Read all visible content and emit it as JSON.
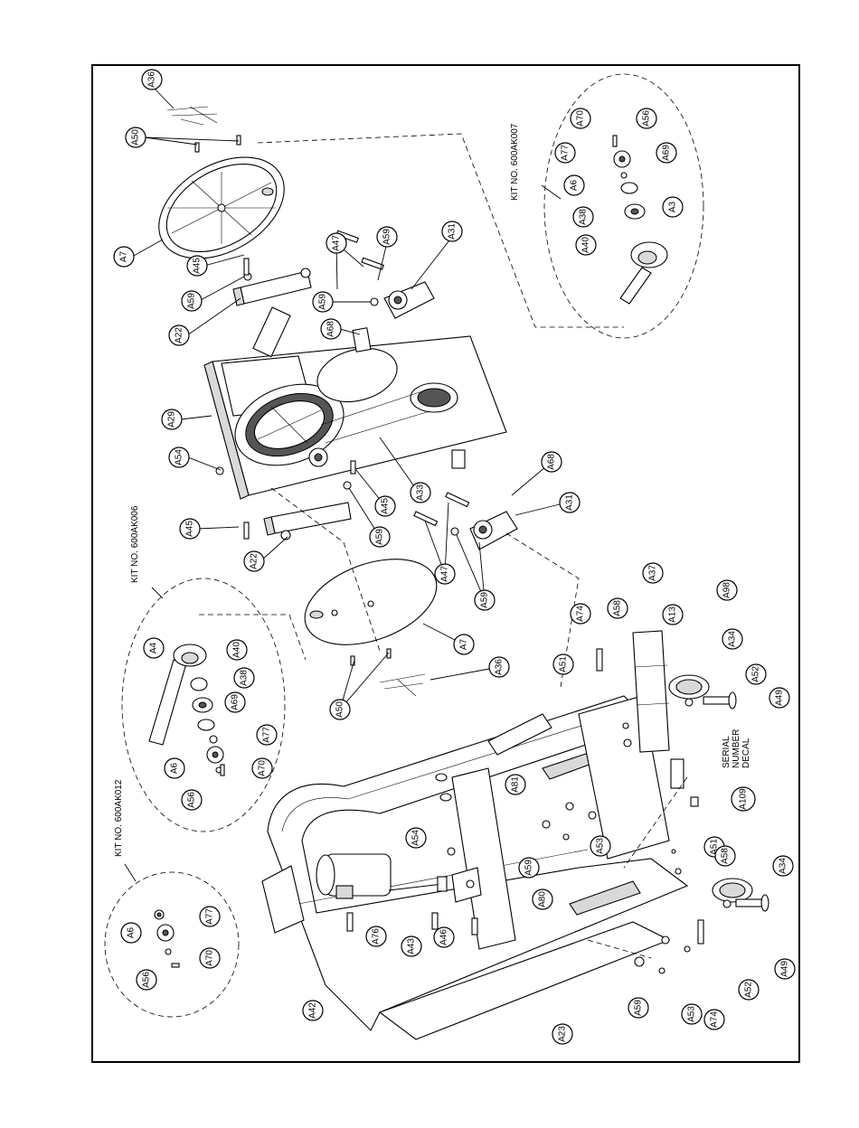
{
  "kits": {
    "k007": "KIT NO. 600AK007",
    "k006": "KIT NO. 600AK006",
    "k012": "KIT NO. 600AK012"
  },
  "decal": [
    "SERIAL",
    "NUMBER",
    "DECAL"
  ],
  "callouts": {
    "a36_top": "A36",
    "a50_top": "A50",
    "a7_top": "A7",
    "a45_top": "A45",
    "a59_top": "A59",
    "a22_top": "A22",
    "a47_top": "A47",
    "a59_b": "A59",
    "a31_top": "A31",
    "a59_c": "A59",
    "a68_top": "A68",
    "a29": "A29",
    "a54_top": "A54",
    "a45_mid": "A45",
    "a22_mid": "A22",
    "a45_b": "A45",
    "a59_mid": "A59",
    "a33": "A33",
    "a68_mid": "A68",
    "a31_mid": "A31",
    "a47_mid": "A47",
    "a59_d": "A59",
    "a7_mid": "A7",
    "a50_mid": "A50",
    "a36_mid": "A36",
    "k7_a70": "A70",
    "k7_a56": "A56",
    "k7_a77": "A77",
    "k7_a69": "A69",
    "k7_a6": "A6",
    "k7_a38": "A38",
    "k7_a3": "A3",
    "k7_a40": "A40",
    "k6_a4": "A4",
    "k6_a40": "A40",
    "k6_a38": "A38",
    "k6_a69": "A69",
    "k6_a6": "A6",
    "k6_a77": "A77",
    "k6_a70": "A70",
    "k6_a56": "A56",
    "k12_a6": "A6",
    "k12_a77": "A77",
    "k12_a56": "A56",
    "k12_a70": "A70",
    "a74_top": "A74",
    "a58_top": "A58",
    "a13": "A13",
    "a37": "A37",
    "a98": "A98",
    "a34_top": "A34",
    "a52_top": "A52",
    "a49_top": "A49",
    "a51_top": "A51",
    "a81": "A81",
    "a109": "A109",
    "a59_e": "A59",
    "a53_top": "A53",
    "a54_low": "A54",
    "a51_low": "A51",
    "a58_low": "A58",
    "a34_low": "A34",
    "a80": "A80",
    "a76": "A76",
    "a43": "A43",
    "a46": "A46",
    "a42": "A42",
    "a52_low": "A52",
    "a49_low": "A49",
    "a74_low": "A74",
    "a53_low": "A53",
    "a59_low": "A59",
    "a23": "A23"
  }
}
